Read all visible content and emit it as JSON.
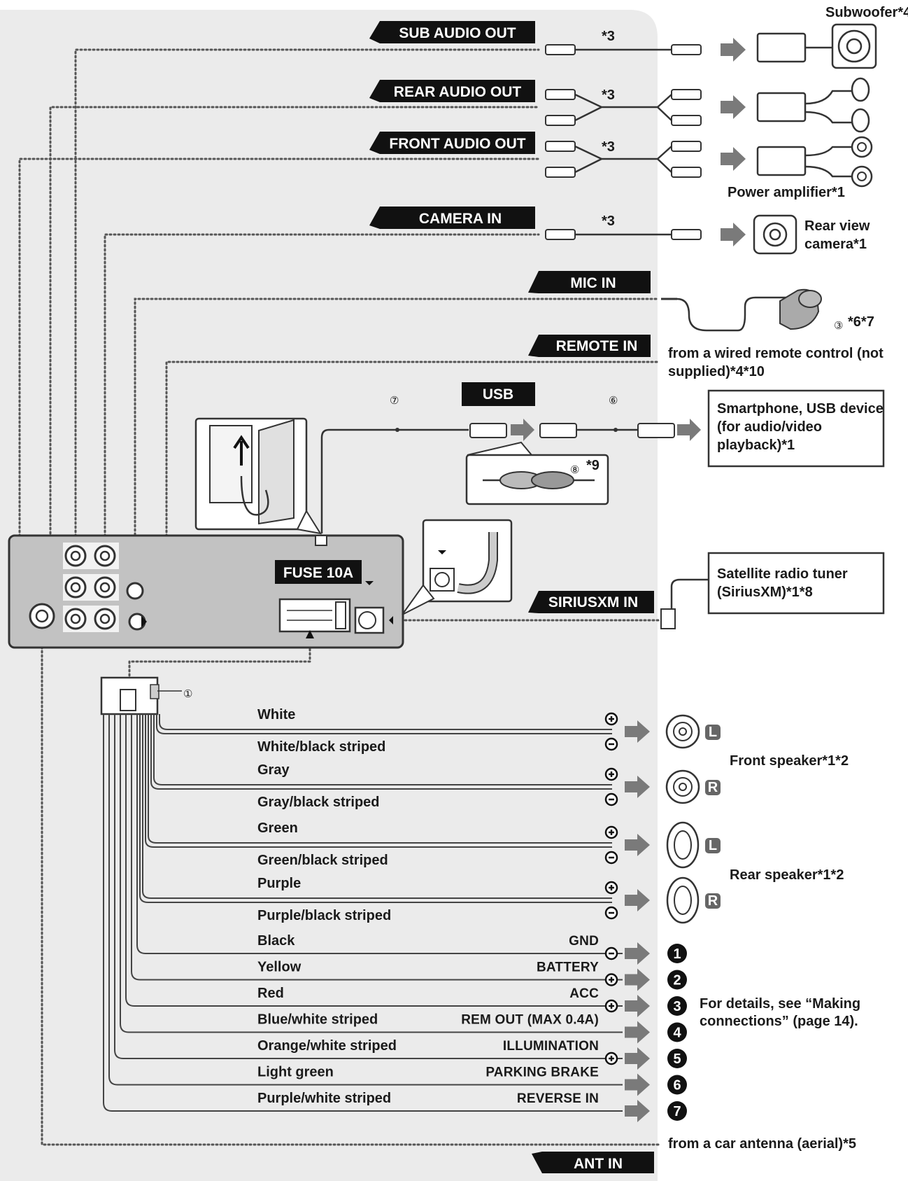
{
  "outputs": [
    {
      "label": "SUB AUDIO OUT",
      "note": "*3",
      "device": "Subwoofer*4"
    },
    {
      "label": "REAR AUDIO OUT",
      "note": "*3"
    },
    {
      "label": "FRONT AUDIO OUT",
      "note": "*3",
      "device": "Power amplifier*1"
    },
    {
      "label": "CAMERA IN",
      "note": "*3",
      "device_line1": "Rear view",
      "device_line2": "camera*1"
    }
  ],
  "mic": {
    "label": "MIC IN",
    "part": "③",
    "note": "*6*7"
  },
  "remote": {
    "label": "REMOTE IN",
    "desc_line1": "from a wired remote control (not",
    "desc_line2": "supplied)*4*10"
  },
  "usb": {
    "label": "USB",
    "part_cable": "⑦",
    "part_ext": "⑥",
    "part_band": "⑧",
    "band_note": "*9",
    "device_line1": "Smartphone, USB device",
    "device_line2": "(for audio/video",
    "device_line3": "playback)*1"
  },
  "fuse": {
    "label": "FUSE 10A"
  },
  "sirius": {
    "label": "SIRIUSXM IN",
    "device_line1": "Satellite radio tuner",
    "device_line2": "(SiriusXM)*1*8"
  },
  "harness": {
    "part": "①"
  },
  "speaker_wires": [
    {
      "name": "White",
      "pol": "+"
    },
    {
      "name": "White/black striped",
      "pol": "−"
    },
    {
      "name": "Gray",
      "pol": "+"
    },
    {
      "name": "Gray/black striped",
      "pol": "−"
    },
    {
      "name": "Green",
      "pol": "+"
    },
    {
      "name": "Green/black striped",
      "pol": "−"
    },
    {
      "name": "Purple",
      "pol": "+"
    },
    {
      "name": "Purple/black striped",
      "pol": "−"
    }
  ],
  "speakers": {
    "front_label": "Front speaker*1*2",
    "rear_label": "Rear speaker*1*2",
    "L": "L",
    "R": "R"
  },
  "power_wires": [
    {
      "name": "Black",
      "func": "GND",
      "num": "1"
    },
    {
      "name": "Yellow",
      "func": "BATTERY",
      "num": "2"
    },
    {
      "name": "Red",
      "func": "ACC",
      "num": "3"
    },
    {
      "name": "Blue/white striped",
      "func": "REM OUT (MAX 0.4A)",
      "num": "4"
    },
    {
      "name": "Orange/white striped",
      "func": "ILLUMINATION",
      "num": "5"
    },
    {
      "name": "Light green",
      "func": "PARKING BRAKE",
      "num": "6"
    },
    {
      "name": "Purple/white striped",
      "func": "REVERSE IN",
      "num": "7"
    }
  ],
  "details_line1": "For details, see “Making",
  "details_line2": "connections” (page 14).",
  "antenna": {
    "label": "ANT IN",
    "desc": "from a car antenna (aerial)*5"
  }
}
